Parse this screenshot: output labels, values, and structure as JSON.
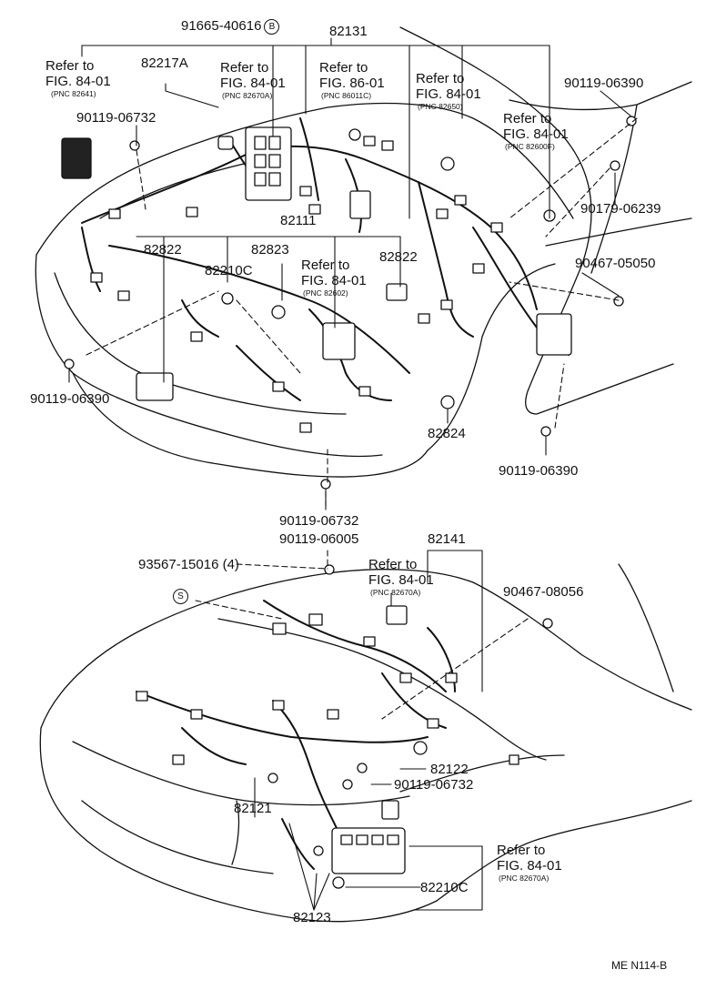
{
  "labels": {
    "part_91665_40616": "91665-40616",
    "marker_b": "B",
    "part_82131": "82131",
    "part_82217a": "82217A",
    "refer_a_1": "Refer to",
    "refer_a_2": "FIG. 84-01",
    "refer_a_pnc": "(PNC 82641)",
    "refer_b_1": "Refer to",
    "refer_b_2": "FIG. 84-01",
    "refer_b_pnc": "(PNC 82670A)",
    "refer_c_1": "Refer to",
    "refer_c_2": "FIG. 86-01",
    "refer_c_pnc": "(PNC 86011C)",
    "refer_d_1": "Refer to",
    "refer_d_2": "FIG. 84-01",
    "refer_d_pnc": "(PNC 82650)",
    "refer_e_1": "Refer to",
    "refer_e_2": "FIG. 84-01",
    "refer_e_pnc": "(PNC 82600F)",
    "part_90119_06390_top": "90119-06390",
    "part_90119_06732_top": "90119-06732",
    "part_90179_06239": "90179-06239",
    "part_82111": "82111",
    "part_82822_left": "82822",
    "part_82823": "82823",
    "refer_f_1": "Refer to",
    "refer_f_2": "FIG. 84-01",
    "refer_f_pnc": "(PNC 82602)",
    "part_82822_right": "82822",
    "part_90467_05050": "90467-05050",
    "part_82210c_top": "82210C",
    "part_90119_06390_left": "90119-06390",
    "part_82824": "82824",
    "part_90119_06390_right": "90119-06390",
    "part_90119_06732_mid": "90119-06732",
    "part_90119_06005": "90119-06005",
    "part_82141": "82141",
    "part_93567_15016": "93567-15016 (4)",
    "marker_s": "S",
    "refer_g_1": "Refer to",
    "refer_g_2": "FIG. 84-01",
    "refer_g_pnc": "(PNC 82670A)",
    "part_90467_08056": "90467-08056",
    "part_82122": "82122",
    "part_90119_06732_bottom": "90119-06732",
    "part_82121": "82121",
    "refer_h_1": "Refer to",
    "refer_h_2": "FIG. 84-01",
    "refer_h_pnc": "(PNC 82670A)",
    "part_82210c_bottom": "82210C",
    "part_82123": "82123",
    "footer_code": "ME N114-B"
  }
}
